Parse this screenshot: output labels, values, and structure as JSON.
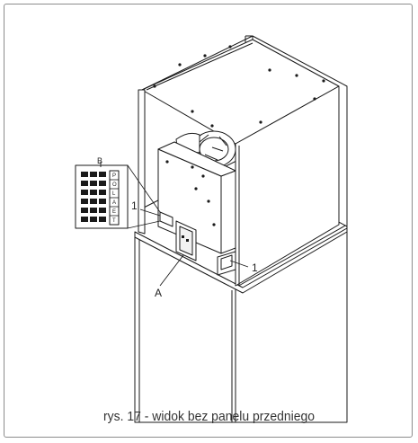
{
  "caption": "rys. 17 -  widok bez panelu przedniego",
  "callouts": {
    "label_1_left": "1",
    "label_1_right": "1",
    "label_a": "A",
    "label_b": "B"
  },
  "terminal_letters": [
    "P",
    "O",
    "L",
    "A",
    "E",
    "T"
  ],
  "colors": {
    "line": "#1a1a1a",
    "frame": "#8c8c8c",
    "caption": "#333333"
  }
}
